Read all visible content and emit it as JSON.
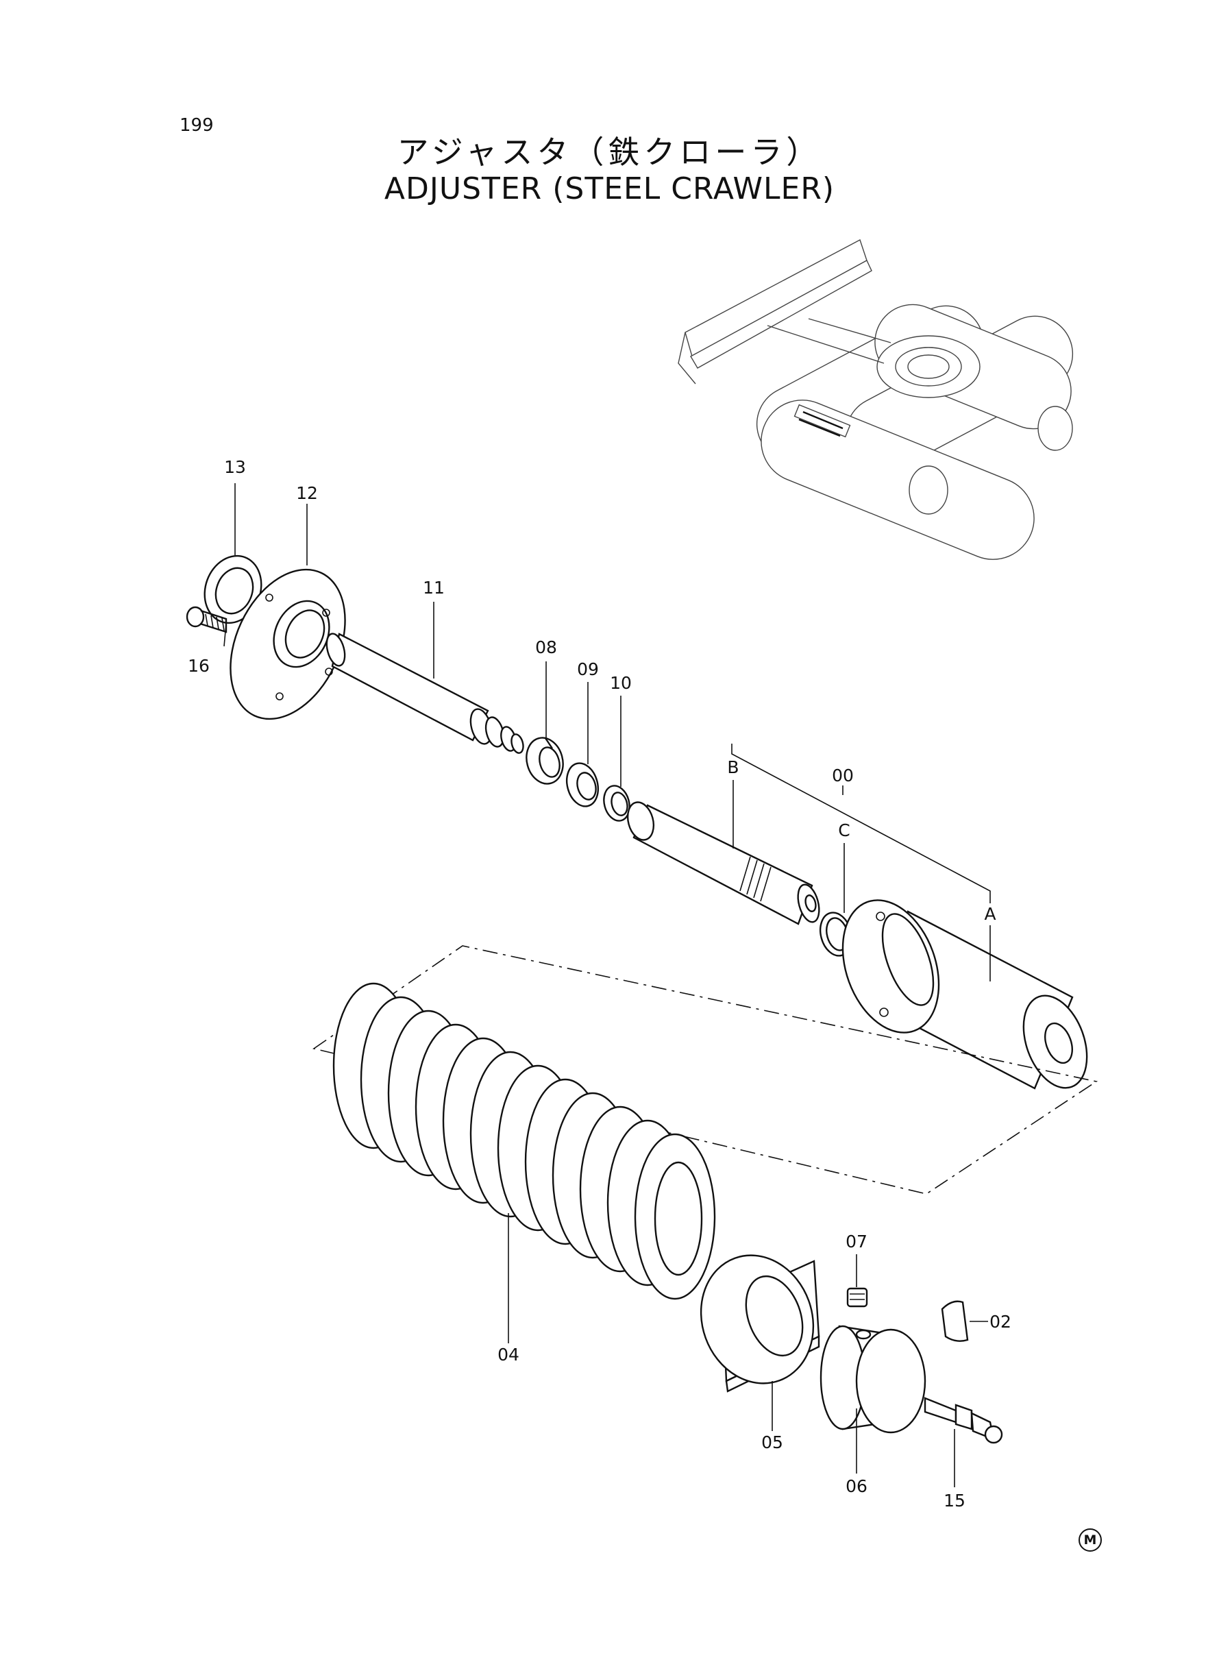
{
  "page": {
    "number": "199"
  },
  "title": {
    "japanese": "アジャスタ（鉄クローラ）",
    "english": "ADJUSTER (STEEL CRAWLER)"
  },
  "callouts": {
    "p00": "00",
    "p02": "02",
    "p04": "04",
    "p05": "05",
    "p06": "06",
    "p07": "07",
    "p08": "08",
    "p09": "09",
    "p10": "10",
    "p11": "11",
    "p12": "12",
    "p13": "13",
    "p15": "15",
    "p16": "16",
    "A": "A",
    "B": "B",
    "C": "C"
  },
  "mark": "M"
}
